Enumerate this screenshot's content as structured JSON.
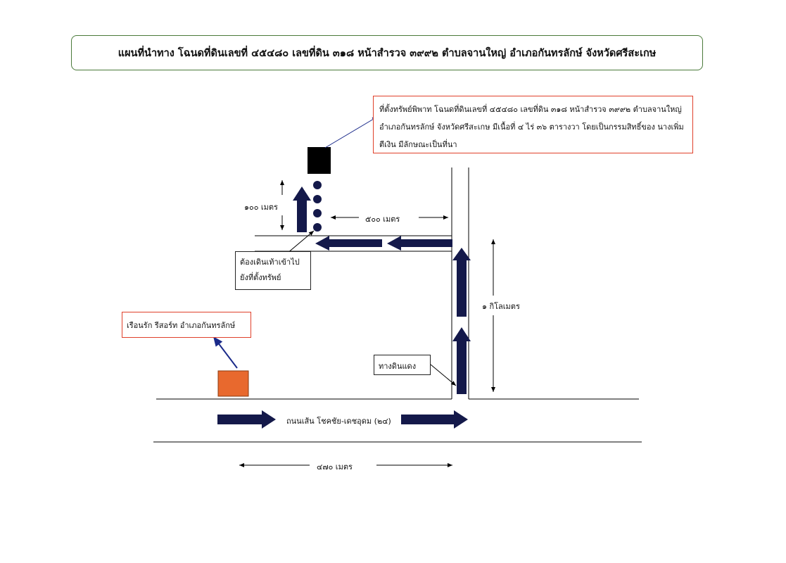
{
  "title": "แผนที่นำทาง โฉนดที่ดินเลขที่ ๔๕๔๘๐ เลขที่ดิน ๓๑๘ หน้าสำรวจ ๓๙๙๒ ตำบลจานใหญ่ อำเภอกันทรลักษ์  จังหวัดศรีสะเกษ",
  "property_note": {
    "line1": "ที่ตั้งทรัพย์พิพาท โฉนดที่ดินเลขที่ ๔๕๔๘๐ เลขที่ดิน ๓๑๘ หน้าสำรวจ ๓๙๙๒ ตำบลจานใหญ่",
    "line2": "อำเภอกันทรลักษ์  จังหวัดศรีสะเกษ มีเนื้อที่ ๔ ไร่ ๓๖ ตารางวา โดยเป็นกรรมสิทธิ์ของ นางเพิ่ม",
    "line3": "ตีเงิน มีลักษณะเป็นที่นา"
  },
  "walk_note": {
    "line1": "ต้องเดินเท้าเข้าไป",
    "line2": "ยังที่ตั้งทรัพย์"
  },
  "resort_note": "เรือนรัก รีสอร์ท อำเภอกันทรลักษ์",
  "dirt_road_note": "ทางดินแดง",
  "distances": {
    "d100": "๑๐๐ เมตร",
    "d500": "๕๐๐ เมตร",
    "d1km": "๑ กิโลเมตร",
    "d470": "๔๗๐ เมตร"
  },
  "main_road": "ถนนเส้น โชคชัย-เดชอุดม (๒๔)",
  "colors": {
    "arrow": "#14194a",
    "resort": "#e8692e",
    "border_red": "#e0402a",
    "border_green": "#4a7a3a"
  }
}
